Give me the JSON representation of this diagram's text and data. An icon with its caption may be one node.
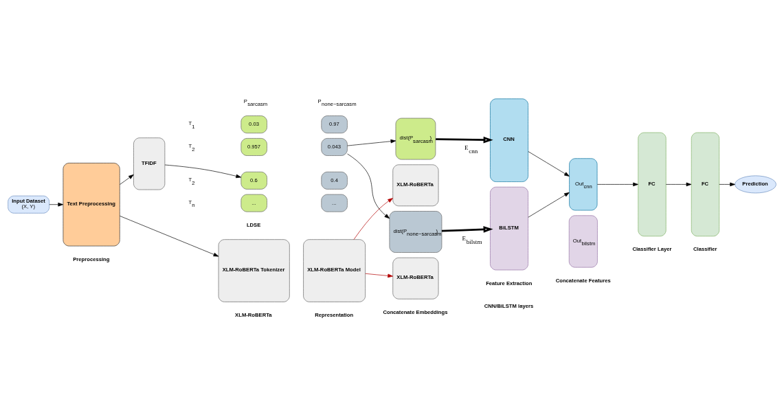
{
  "diagram": {
    "nodes": [
      {
        "text": [
          "Input Dataset",
          "(X, Y)"
        ]
      },
      {
        "text": [
          "Text Preprocessing"
        ]
      },
      {
        "text": [
          "TFIDF"
        ]
      },
      {
        "text": [
          "0.03"
        ]
      },
      {
        "text": [
          "0.97"
        ]
      },
      {
        "text": [
          "0.957"
        ]
      },
      {
        "text": [
          "0.043"
        ]
      },
      {
        "text": [
          "0.6"
        ]
      },
      {
        "text": [
          "0.4"
        ]
      },
      {
        "text": [
          "..."
        ]
      },
      {
        "text": [
          "..."
        ]
      },
      {
        "text": [
          "XLM-RoBERTa Tokenizer"
        ]
      },
      {
        "text": [
          "XLM-RoBERTa Model"
        ]
      },
      {
        "text": [
          "dist(P$_{sarcasm}$)"
        ]
      },
      {
        "text": [
          "XLM-RoBERTa"
        ]
      },
      {
        "text": [
          "dist(P$_{none−sarcasm}$)"
        ]
      },
      {
        "text": [
          "XLM-RoBERTa"
        ]
      },
      {
        "text": [
          "CNN"
        ]
      },
      {
        "text": [
          "BiLSTM"
        ]
      },
      {
        "text": [
          "Out$_{cnn}$"
        ]
      },
      {
        "text": [
          "Out$_{bilstm}$"
        ]
      },
      {
        "text": [
          "FC"
        ]
      },
      {
        "text": [
          "FC"
        ]
      },
      {
        "text": [
          "Prediction"
        ]
      }
    ],
    "edges": [
      {
        "from": 0,
        "to": 1,
        "arrow": "to"
      },
      {
        "from": 1,
        "to": 2,
        "arrow": "to"
      },
      {
        "from": 1,
        "to": 11,
        "arrow": "to"
      },
      {
        "from": 2,
        "to": 7,
        "arrow": "to"
      },
      {
        "from": 6,
        "to": 13,
        "arrow": "to"
      },
      {
        "from": 6,
        "to": 15,
        "arrow": "to"
      },
      {
        "from": 12,
        "to": 14,
        "arrow": "to",
        "color": "#b20000"
      },
      {
        "from": 12,
        "to": 16,
        "arrow": "to",
        "color": "#b20000"
      },
      {
        "from": 13,
        "to": 17,
        "arrow": "to",
        "label": "E$_{cnn}$",
        "style": "thick"
      },
      {
        "from": 15,
        "to": 18,
        "arrow": "to",
        "label": "E$_{bilstm}$",
        "style": "thick"
      },
      {
        "from": 17,
        "to": 19,
        "arrow": "to"
      },
      {
        "from": 18,
        "to": 19,
        "arrow": "to"
      },
      {
        "from": 19,
        "to": 21,
        "arrow": "to"
      },
      {
        "from": 21,
        "to": 22,
        "arrow": "to"
      },
      {
        "from": 22,
        "to": 23,
        "arrow": "to"
      }
    ],
    "labels": [
      "P$_{sarcasm}$",
      "P$_{none−sarcasm}$",
      "T$_{1}$",
      "T$_{2}$",
      "T$_{2}$",
      "T$_{n}$",
      "LDSE",
      "XLM-RoBERTa",
      "Concatenate Embeddings",
      "CNN/BiLSTM layers",
      "Concatenate Features",
      "Classifier Layer",
      "Preprocessing",
      "Representation",
      "Feature Extraction",
      "Classifier"
    ]
  }
}
